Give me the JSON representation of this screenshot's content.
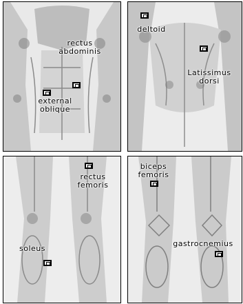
{
  "panels": {
    "abdomen": {
      "labels": {
        "rectus_abdominis": "rectus\nabdominis",
        "external_oblique": "external\noblique"
      }
    },
    "back": {
      "labels": {
        "deltoid": "deltoid",
        "latissimus_dorsi": "Latissimus\ndorsi"
      }
    },
    "front_legs": {
      "labels": {
        "rectus_femoris": "rectus\nfemoris",
        "soleus": "soleus"
      }
    },
    "back_legs": {
      "labels": {
        "biceps_femoris": "biceps\nfemoris",
        "gastrocnemius": "gastrocnemius"
      }
    }
  }
}
